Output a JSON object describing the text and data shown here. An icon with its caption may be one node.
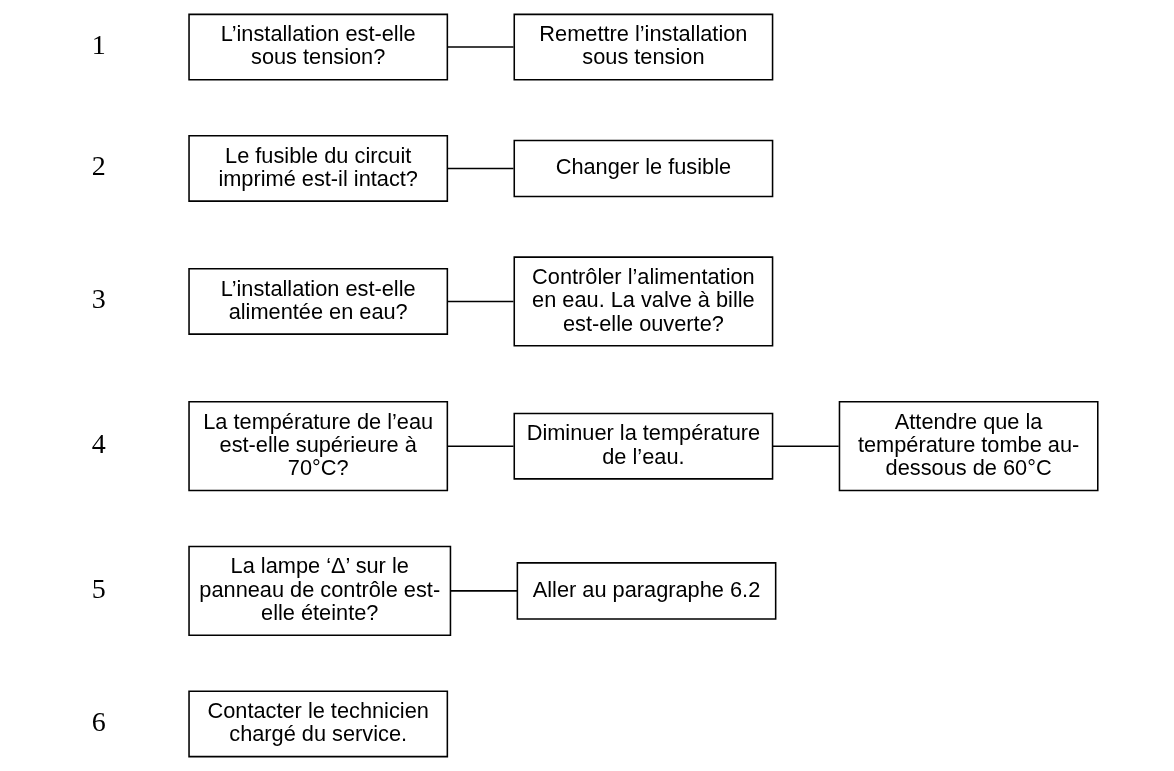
{
  "diagram": {
    "nodes": [
      {
        "text": [
          "L’installation est-elle sous tension?"
        ]
      },
      {
        "text": [
          "Remettre l’installation sous tension"
        ]
      },
      {
        "text": [
          "Le fusible du circuit imprimé est-il intact?"
        ]
      },
      {
        "text": [
          "Changer le fusible"
        ]
      },
      {
        "text": [
          "L’installation est-elle alimentée en eau?"
        ]
      },
      {
        "text": [
          "Contrôler l’alimentation en eau. La valve à bille est-elle ouverte?"
        ]
      },
      {
        "text": [
          "La température de l’eau est-elle supérieure à 70°C?"
        ]
      },
      {
        "text": [
          "Diminuer la température de l’eau."
        ]
      },
      {
        "text": [
          "Attendre que la température tombe au-dessous de 60°C"
        ]
      },
      {
        "text": [
          "La lampe ‘Δ’ sur le panneau de contrôle est-elle éteinte?"
        ]
      },
      {
        "text": [
          "Aller au paragraphe 6.2"
        ]
      },
      {
        "text": [
          "Contacter le technicien chargé du service."
        ]
      }
    ],
    "edges": [
      {
        "from": 0,
        "to": 1,
        "arrow": "none"
      },
      {
        "from": 2,
        "to": 3,
        "arrow": "none"
      },
      {
        "from": 4,
        "to": 5,
        "arrow": "none"
      },
      {
        "from": 6,
        "to": 7,
        "arrow": "none"
      },
      {
        "from": 7,
        "to": 8,
        "arrow": "none"
      },
      {
        "from": 9,
        "to": 10,
        "arrow": "none"
      }
    ],
    "labels": [
      "1",
      "2",
      "3",
      "4",
      "5",
      "6"
    ]
  }
}
